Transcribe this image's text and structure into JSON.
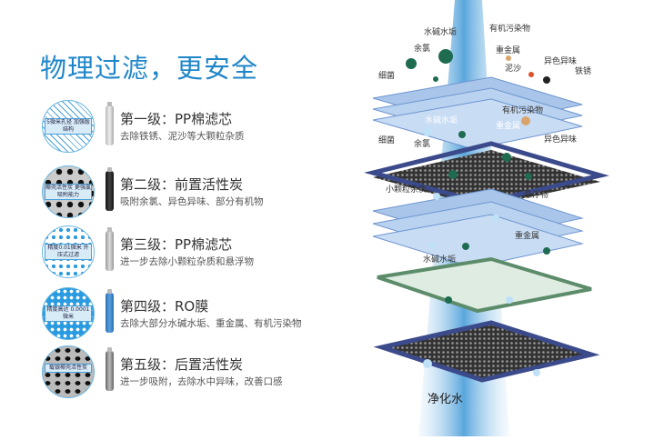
{
  "title": "物理过滤，更安全",
  "stages": [
    {
      "name": "第一级：PP棉滤芯",
      "desc": "去除铁锈、泥沙等大颗粒杂质",
      "circle_text": "5微米孔径 加强版结构"
    },
    {
      "name": "第二级：前置活性炭",
      "desc": "吸附余氯、异色异味、部分有机物",
      "circle_text": "椰壳活性炭 更强氯吸附能力"
    },
    {
      "name": "第三级：PP棉滤芯",
      "desc": "进一步去除小颗粒杂质和悬浮物",
      "circle_text": "精度0.01微米 外压式过滤"
    },
    {
      "name": "第四级：RO膜",
      "desc": "去除大部分水碱水垢、重金属、有机污染物",
      "circle_text": "精度高达 0.0001微米"
    },
    {
      "name": "第五级：后置活性炭",
      "desc": "进一步吸附，去除水中异味，改善口感",
      "circle_text": "载银椰壳活性炭"
    }
  ],
  "diagram_labels": [
    "水碱水垢",
    "有机污染物",
    "余氯",
    "重金属",
    "异色异味",
    "泥沙",
    "铁锈",
    "细菌",
    "有机污染物",
    "水碱水垢",
    "重金属",
    "细菌",
    "余氯",
    "异色异味",
    "小颗粒杂质",
    "悬浮物",
    "重金属",
    "水碱水垢"
  ],
  "output_label": "净化水",
  "colors": {
    "accent": "#1f86c9"
  }
}
